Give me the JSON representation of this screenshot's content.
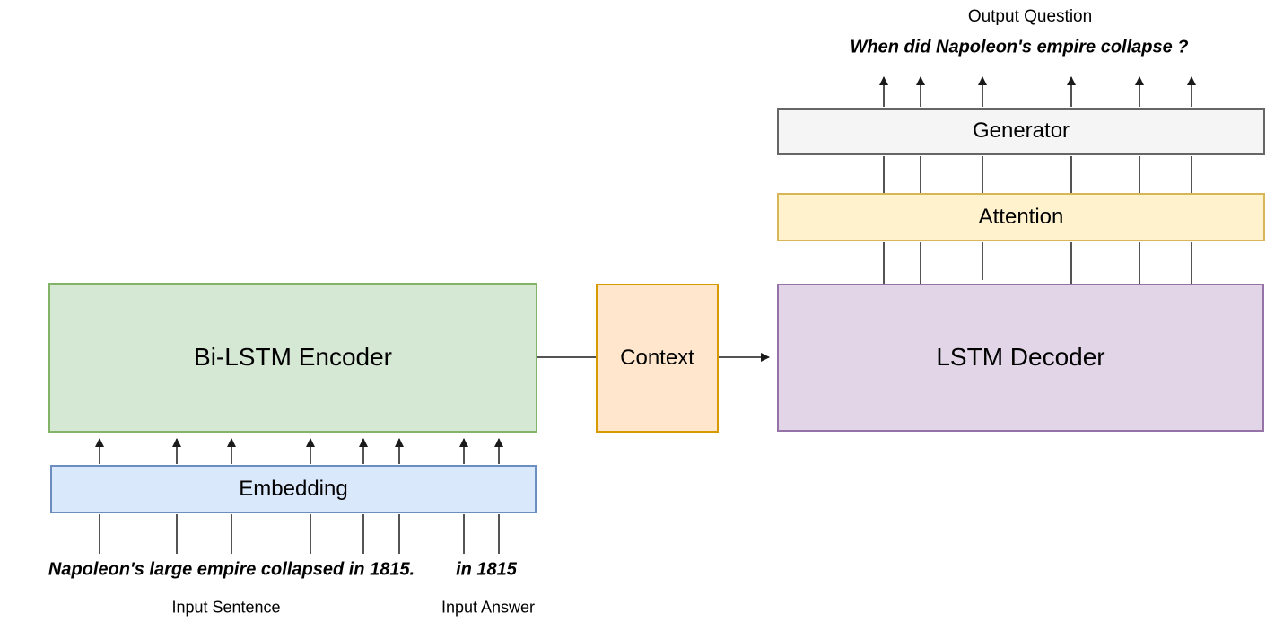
{
  "output": {
    "label": "Output Question",
    "question": "When did Napoleon's empire collapse ?"
  },
  "blocks": {
    "generator": "Generator",
    "attention": "Attention",
    "decoder": "LSTM Decoder",
    "encoder": "Bi-LSTM Encoder",
    "context": "Context",
    "embedding": "Embedding"
  },
  "inputs": {
    "sentence": "Napoleon's large empire collapsed in 1815.",
    "answer": "in 1815",
    "sentence_label": "Input Sentence",
    "answer_label": "Input Answer"
  },
  "colors": {
    "encoder_fill": "#d5e8d4",
    "encoder_stroke": "#82b366",
    "embedding_fill": "#dae8fc",
    "embedding_stroke": "#6c8ebf",
    "context_fill": "#ffe6cc",
    "context_stroke": "#d79b00",
    "decoder_fill": "#e1d5e7",
    "decoder_stroke": "#9673a6",
    "attention_fill": "#fff2cc",
    "attention_stroke": "#d6b656",
    "generator_fill": "#f5f5f5",
    "generator_stroke": "#666666"
  }
}
